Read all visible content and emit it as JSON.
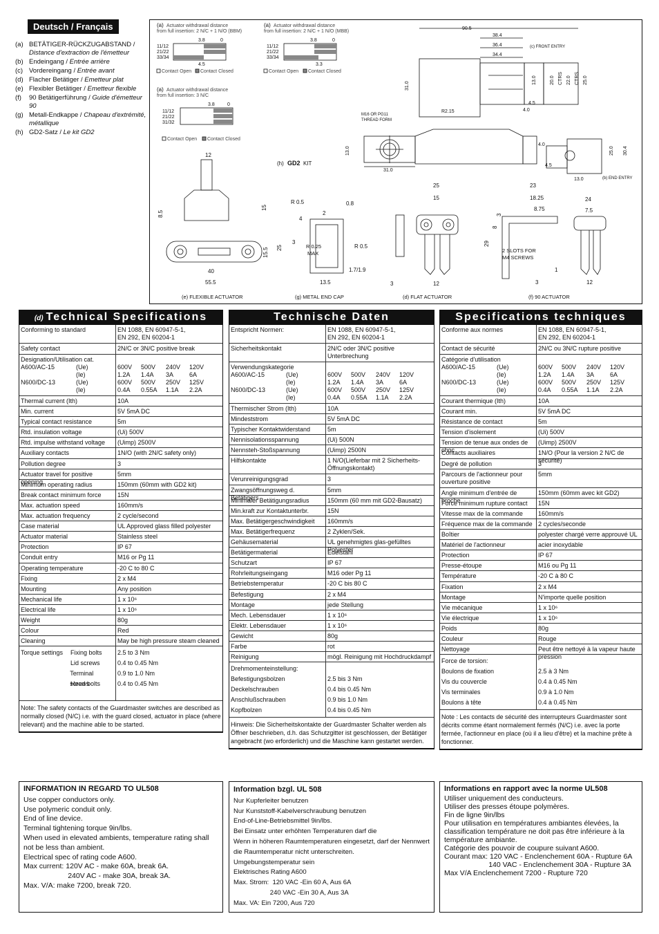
{
  "legend": {
    "header": "Deutsch / Français",
    "items": [
      {
        "k": "(a)",
        "de": "BETÄTIGER-RÜCKZUGABSTAND",
        "fr": "Distance d'extraction de l'émetteur"
      },
      {
        "k": "(b)",
        "de": "Endeingang",
        "fr": "Entrée arrière"
      },
      {
        "k": "(c)",
        "de": "Vordereingang",
        "fr": "Entrée avant"
      },
      {
        "k": "(d)",
        "de": "Flacher Betätiger",
        "fr": "Emetteur plat"
      },
      {
        "k": "(e)",
        "de": "Flexibler Betätiger",
        "fr": "Emetteur flexible"
      },
      {
        "k": "(f)",
        "de": "90 Betätigerführung",
        "fr": "Guide d'émetteur 90"
      },
      {
        "k": "(g)",
        "de": "Metall-Endkappe",
        "fr": "Chapeau d'extrémité, métallique"
      },
      {
        "k": "(h)",
        "de": "GD2-Satz",
        "fr": "Le kit GD2"
      }
    ]
  },
  "drawing": {
    "a1": {
      "tag": "(a)",
      "line1": "Actuator withdrawal distance",
      "line2": "from full insertion: 2 N/C + 1 N/O (BBM)",
      "top1": "3.8",
      "top2": "0",
      "bottom": "4.5",
      "rows": [
        "11/12",
        "21/22",
        "33/34"
      ]
    },
    "a2": {
      "tag": "(a)",
      "line1": "Actuator withdrawal distance",
      "line2": "from full insertion: 2 N/C + 1 N/O (MBB)",
      "top1": "3.8",
      "top2": "0",
      "bottom": "3.3",
      "rows": [
        "11/12",
        "21/22",
        "33/34"
      ]
    },
    "a3": {
      "tag": "(a)",
      "line1": "Actuator withdrawal distance",
      "line2": "from full insertion: 3 N/C",
      "top1": "3.8",
      "top2": "0",
      "rows": [
        "11/12",
        "21/22",
        "31/32"
      ]
    },
    "contact_open": "Contact Open",
    "contact_closed": "Contact Closed",
    "captions": {
      "e": "(e) FLEXIBLE ACTUATOR",
      "g": "(g) METAL END CAP",
      "d": "(d) FLAT ACTUATOR",
      "f": "(f) 90   ACTUATOR",
      "h_pre": "(h)",
      "h_logo": "GD2",
      "h_post": "KIT",
      "c": "(c) FRONT ENTRY",
      "b": "(b) END ENTRY",
      "thread": "M16 OR PG11",
      "thread2": "THREAD  FORM",
      "slots": "2 SLOTS FOR",
      "slots2": "M4 SCREWS",
      "max": "MAX"
    },
    "dims": {
      "d905": "90.5",
      "d384": "38.4",
      "d364": "36.4",
      "d344": "34.4",
      "d310": "31.0",
      "d310b": "31.0",
      "d130": "13.0",
      "d200": "20.0",
      "d220": "22.0",
      "d250": "25.0",
      "ctrs": "CTRS",
      "d45": "4.5",
      "d40": "4.0",
      "r215": "R2.15",
      "d130b": "13.0",
      "d40b": "4.0",
      "d45b": "4.5",
      "d130c": "13.0",
      "d250b": "25.0",
      "d304": "30.4",
      "d12": "12",
      "d85": "8.5",
      "d15": "15",
      "d155": "15.5",
      "d40c": "40",
      "d555": "55.5",
      "r05": "R 0.5",
      "d2": "2",
      "d08": "0.8",
      "d4": "4",
      "d3": "3",
      "d25": "25",
      "r025": "R 0.25",
      "r05b": "R 0.5",
      "d1719": "1.7/1.9",
      "d135": "13.5",
      "d25b": "25",
      "d15b": "15",
      "d3b": "3",
      "d12b": "12",
      "d23": "23",
      "d1825": "18.25",
      "d875": "8.75",
      "d24": "24",
      "d75": "7.5",
      "d3c": "3",
      "d8": "8",
      "d29": "29",
      "d1": "1",
      "d3d": "3",
      "d12c": "12"
    }
  },
  "en": {
    "small": "(d)",
    "title": "Technical Specifications",
    "conforming": [
      "Conforming to standard",
      "EN 1088, EN 60947-5-1,",
      "EN 292, EN 60204-1"
    ],
    "safety": [
      "Safety contact",
      "2N/C or 3N/C positive break"
    ],
    "cat": "Designation/Utilisation cat.",
    "ac": "A600/AC-15",
    "dc": "N600/DC-13",
    "ue": "(Ue)",
    "ie": "(Ie)",
    "volts": [
      "600V",
      "500V",
      "240V",
      "120V"
    ],
    "ac_amps": [
      "1.2A",
      "1.4A",
      "3A",
      "6A"
    ],
    "dc_volts": [
      "600V",
      "500V",
      "250V",
      "125V"
    ],
    "dc_amps": [
      "0.4A",
      "0.55A",
      "1.1A",
      "2.2A"
    ],
    "rows": [
      [
        "Thermal current (Ith)",
        "10A"
      ],
      [
        "Min. current",
        "5V 5mA DC"
      ],
      [
        "Typical contact resistance",
        "5m"
      ],
      [
        "Rtd. insulation voltage",
        "(Ui) 500V"
      ],
      [
        "Rtd. impulse withstand voltage",
        "(Uimp) 2500V"
      ],
      [
        "Auxiliary contacts",
        "1N/O (with 2N/C safety only)"
      ],
      [
        "Pollution degree",
        "3"
      ],
      [
        "Actuator travel for positive opening",
        "5mm"
      ],
      [
        "Minimum operating radius",
        "150mm (60mm with GD2 kit)"
      ],
      [
        "Break contact minimum force",
        "15N"
      ],
      [
        "Max. actuation speed",
        "160mm/s"
      ],
      [
        "Max. actuation frequency",
        "2 cycle/second"
      ],
      [
        "Case material",
        "UL Approved glass filled polyester"
      ],
      [
        "Actuator material",
        "Stainless steel"
      ],
      [
        "Protection",
        "IP 67"
      ],
      [
        "Conduit entry",
        "M16 or Pg 11"
      ],
      [
        "Operating temperature",
        "-20 C to 80 C"
      ],
      [
        "Fixing",
        "2 x M4"
      ],
      [
        "Mounting",
        "Any position"
      ],
      [
        "Mechanical life",
        "1 x 10⁶"
      ],
      [
        "Electrical life",
        "1 x 10⁶"
      ],
      [
        "Weight",
        "80g"
      ],
      [
        "Colour",
        "Red"
      ],
      [
        "Cleaning",
        "May be high pressure steam cleaned"
      ]
    ],
    "torque_label": "Torque settings",
    "torque": [
      [
        "Fixing bolts",
        "2.5 to 3 Nm"
      ],
      [
        "Lid screws",
        "0.4 to 0.45 Nm"
      ],
      [
        "Terminal screws",
        "0.9 to 1.0 Nm"
      ],
      [
        "Head bolts",
        "0.4 to 0.45 Nm"
      ]
    ],
    "note": "Note: The safety contacts of the Guardmaster switches are described as normally closed (N/C) i.e. with the guard closed, actuator in place (where relevant) and the machine able to be started."
  },
  "de": {
    "title": "Technische Daten",
    "conforming": [
      "Entspricht Normen:",
      "EN 1088, EN 60947-5-1,",
      "EN 292, EN 60204-1"
    ],
    "safety": [
      "Sicherheitskontakt",
      "2N/C oder 3N/C positive Unterbrechung"
    ],
    "cat": "Verwendungskategorie",
    "ac": "A600/AC-15",
    "dc": "N600/DC-13",
    "ue": "(Ue)",
    "ie": "(Ie)",
    "volts": [
      "600V",
      "500V",
      "240V",
      "120V"
    ],
    "ac_amps": [
      "1.2A",
      "1.4A",
      "3A",
      "6A"
    ],
    "dc_volts": [
      "600V",
      "500V",
      "250V",
      "125V"
    ],
    "dc_amps": [
      "0.4A",
      "0.55A",
      "1.1A",
      "2.2A"
    ],
    "rows": [
      [
        "Thermischer Strom (Ith)",
        "10A"
      ],
      [
        "Mindeststrom",
        "5V 5mA DC"
      ],
      [
        "Typischer Kontaktwiderstand",
        "5m"
      ],
      [
        "Nennisolationsspannung",
        "(Ui) 500N"
      ],
      [
        "Nennsteh-Stoßspannung",
        "(Uimp) 2500N"
      ]
    ],
    "aux": [
      "Hilfskontakte",
      "1 N/O(Lieferbar mit 2 Sicherheits-",
      "Öffnungskontakt)"
    ],
    "rows2": [
      [
        "Verunreinigungsgrad",
        "3"
      ],
      [
        "Zwangsöffnungsweg d. Betätigers",
        "5mm"
      ],
      [
        "Minimaler Betätigungsradius",
        "150mm (60 mm mit GD2-Bausatz)"
      ],
      [
        "Min.kraft zur Kontaktunterbr.",
        "15N"
      ],
      [
        "Max. Betätigergeschwindigkeit",
        "160mm/s"
      ],
      [
        "Max. Betätigerfrequenz",
        "2 Zyklen/Sek."
      ],
      [
        "Gehäusematerial",
        "UL genehmigtes glas-gefülltes Polyester"
      ],
      [
        "Betätigermaterial",
        "Edelstahl"
      ],
      [
        "Schutzart",
        "IP 67"
      ],
      [
        "Rohrleitungseingang",
        "M16 oder Pg 11"
      ],
      [
        "Betriebstemperatur",
        "-20  C bis 80  C"
      ],
      [
        "Befestigung",
        "2 x M4"
      ],
      [
        "Montage",
        " jede Stellung"
      ],
      [
        "Mech. Lebensdauer",
        "1 x 10⁶"
      ],
      [
        "Elektr. Lebensdauer",
        "1 x 10⁶"
      ],
      [
        "Gewicht",
        "80g"
      ],
      [
        "Farbe",
        "rot"
      ],
      [
        "Reinigung",
        "mögl.  Reinigung mit Hochdruckdampf"
      ]
    ],
    "torque_label": "Drehmomenteinstellung:",
    "torque": [
      [
        "Befestigungsbolzen",
        "2.5 bis 3 Nm"
      ],
      [
        "Deckelschrauben",
        "0.4 bis 0.45 Nm"
      ],
      [
        "Anschlußschrauben",
        "0.9 bis 1.0 Nm"
      ],
      [
        "Kopfbolzen",
        "0.4 bis 0.45 Nm"
      ]
    ],
    "note": "Hinweis: Die Sicherheitskontakte der Guardmaster Schalter werden als Öffner beschrieben, d.h. das Schutzgitter ist geschlossen, der Betätiger angebracht (wo erforderlich) und die Maschine kann gestartet werden."
  },
  "fr": {
    "title": "Specifications techniques",
    "conforming": [
      "Conforme aux normes",
      "EN 1088, EN 60947-5-1,",
      "EN 292, EN 60204-1"
    ],
    "safety": [
      "Contact de sécurité",
      "2N/C ou 3N/C rupture positive"
    ],
    "cat": "Catégorie d'utilisation",
    "ac": "A600/AC-15",
    "dc": "N600/DC-13",
    "ue": "(Ue)",
    "ie": "(Ie)",
    "volts": [
      "600V",
      "500V",
      "240V",
      "120V"
    ],
    "ac_amps": [
      "1.2A",
      "1.4A",
      "3A",
      "6A"
    ],
    "dc_volts": [
      "600V",
      "500V",
      "250V",
      "125V"
    ],
    "dc_amps": [
      "0.4A",
      "0.55A",
      "1.1A",
      "2.2A"
    ],
    "rows": [
      [
        "Courant thermique (Ith)",
        "10A"
      ],
      [
        "Courant min.",
        "5V 5mA DC"
      ],
      [
        "Résistance de contact",
        "5m"
      ],
      [
        "Tension d'isolement",
        "(Ui) 500V"
      ],
      [
        "Tension de tenue aux ondes de choc",
        "(Uimp) 2500V"
      ],
      [
        "Contacts auxiliaires",
        "1N/O (Pour la version 2 N/C de sécurité)"
      ],
      [
        "Degré de pollution",
        "3"
      ]
    ],
    "parcours": [
      "Parcours de l'actionneur pour",
      "ouverture positive",
      "5mm"
    ],
    "rows2": [
      [
        "Angle minimum d'entrée de broche",
        "150mm (60mm avec kit GD2)"
      ],
      [
        "Force minimum rupture contact",
        "15N"
      ],
      [
        "Vitesse max de la commande",
        "160mm/s"
      ],
      [
        "Fréquence max de la commande",
        "2 cycles/seconde"
      ],
      [
        "Boîtier",
        "polyester chargé verre approuvé UL"
      ],
      [
        "Matériel de l'actionneur",
        " acier inoxydable"
      ],
      [
        "Protection",
        "IP 67"
      ],
      [
        "Presse-étoupe",
        "M16 ou Pg 11"
      ],
      [
        "Température",
        "-20  C à 80  C"
      ],
      [
        "Fixation",
        "2 x M4"
      ],
      [
        "Montage",
        "N'importe quelle position"
      ],
      [
        "Vie mécanique",
        "1 x 10⁶"
      ],
      [
        "Vie électrique",
        "1 x 10⁶"
      ],
      [
        "Poids",
        "80g"
      ],
      [
        "Couleur",
        "Rouge"
      ],
      [
        "Nettoyage",
        "Peut être nettoyé à la vapeur haute  pression"
      ]
    ],
    "torque_label": "Force de torsion:",
    "torque": [
      [
        "Boulons de fixation",
        "2.5 à 3 Nm"
      ],
      [
        "Vis du couvercle",
        "0.4 à 0.45 Nm"
      ],
      [
        "Vis terminales",
        "0.9 à 1.0 Nm"
      ],
      [
        "Boulons à tête",
        "0.4 à 0.45 Nm"
      ]
    ],
    "note": "Note : Les contacts de sécurité des interrupteurs Guardmaster sont décrits comme étant normalement fermés (N/C) i.e. avec la porte fermée, l'actionneur en place (où il a lieu d'être) et la machine prête à fonctionner."
  },
  "ul_en": {
    "heading": "INFORMATION IN REGARD TO UL508",
    "lines": [
      "Use copper conductors only.",
      "Use polymeric conduit only.",
      "End of line device.",
      "Terminal tightening torque 9in/lbs.",
      "When used in elevated ambients, temperature rating shall not be less than ambient.",
      "Electrical spec of rating code A600.",
      "Max current: 120V AC - make 60A, break 6A.",
      "                      240V AC - make 30A, break 3A.",
      "Max. V/A: make 7200, break 720."
    ]
  },
  "ul_de": {
    "heading": "Information bzgl. UL 508",
    "lines": [
      "Nur Kupferleiter benutzen",
      "Nur Kunststoff-Kabelverschraubung benutzen",
      "End-of-Line-Betriebsmittel 9in/lbs.",
      "Bei Einsatz unter erhöhten Temperaturen darf die",
      "Wenn in höheren Raumtemperaturen eingesetzt, darf der Nennwert die Raumtemperatur nicht unterschreiten.",
      "Umgebungstemperatur sein",
      "Elektrisches Rating A600",
      "Max. Strom:  120 VAC -Ein 60 A, Aus 6A",
      "                    240 VAC -Ein 30 A, Aus 3A",
      "Max. VA: Ein 7200, Aus 720"
    ]
  },
  "ul_fr": {
    "heading": "Informations en rapport avec la norme UL508",
    "lines": [
      "Utiliser uniquement des conducteurs.",
      "Utiliser des presses étoupe polymères.",
      "Fin de ligne 9in/lbs",
      "Pour utilisation en températures ambiantes élevées, la classification température ne doit pas être inférieure à la température ambiante.",
      "Catégorie des pouvoir de coupure suivant A600.",
      "Courant max: 120 VAC - Enclenchement 60A - Rupture 6A",
      "                      140 VAC - Enclenchement 30A - Rupture 3A",
      "Max V/A Enclenchement 7200 - Rupture 720"
    ]
  }
}
